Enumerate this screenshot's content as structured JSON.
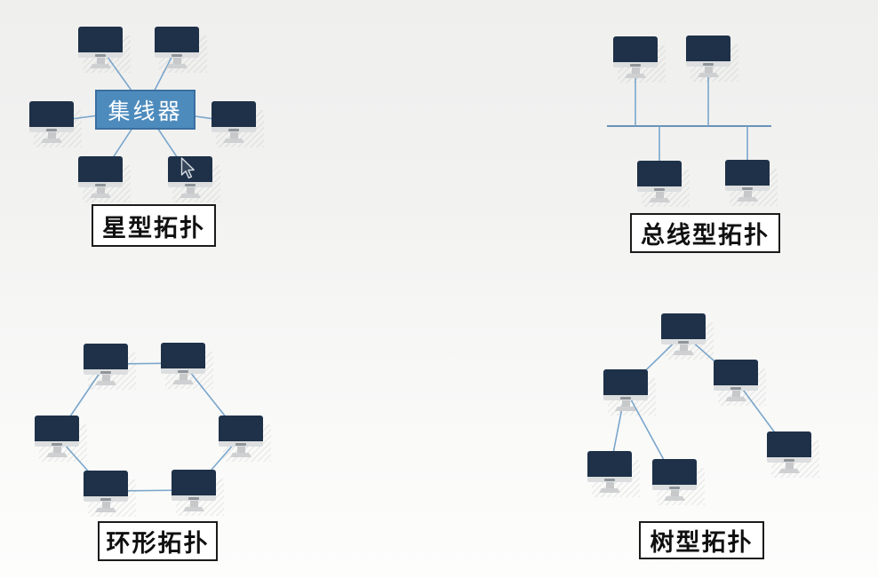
{
  "diagrams": {
    "star": {
      "label": "星型拓扑",
      "hub_label": "集线器",
      "node_count": 6,
      "nodes": [
        "pc-top-left",
        "pc-top-right",
        "pc-left",
        "pc-right",
        "pc-bottom-left",
        "pc-bottom-right"
      ],
      "edges": [
        "hub-pc-top-left",
        "hub-pc-top-right",
        "hub-pc-left",
        "hub-pc-right",
        "hub-pc-bottom-left",
        "hub-pc-bottom-right"
      ]
    },
    "bus": {
      "label": "总线型拓扑",
      "node_count": 4,
      "nodes": [
        "pc-top-1",
        "pc-top-2",
        "pc-bottom-1",
        "pc-bottom-2"
      ],
      "edges": [
        "trunk-pc-top-1",
        "trunk-pc-top-2",
        "trunk-pc-bottom-1",
        "trunk-pc-bottom-2"
      ]
    },
    "ring": {
      "label": "环形拓扑",
      "node_count": 6,
      "nodes": [
        "pc-top-left",
        "pc-top-right",
        "pc-left",
        "pc-right",
        "pc-bottom-left",
        "pc-bottom-right"
      ],
      "edges": [
        "top-left–top-right",
        "top-right–right",
        "right–bottom-right",
        "bottom-right–bottom-left",
        "bottom-left–left",
        "left–top-left"
      ]
    },
    "tree": {
      "label": "树型拓扑",
      "node_count": 6,
      "nodes": [
        "root",
        "mid-left",
        "mid-right",
        "leaf-left-1",
        "leaf-left-2",
        "leaf-right"
      ],
      "edges": [
        "root–mid-left",
        "root–mid-right",
        "mid-left–leaf-left-1",
        "mid-left–leaf-left-2",
        "mid-right–leaf-right"
      ]
    }
  },
  "cursor": {
    "type": "arrow-pointer",
    "over": "star pc-bottom-right"
  },
  "icons": {
    "computer": "desktop-monitor-icon",
    "pointer": "mouse-cursor-icon"
  },
  "colors": {
    "background_top": "#efefee",
    "background_bottom": "#fdfdfc",
    "monitor_screen": "#1e3148",
    "monitor_chin": "#dcdedf",
    "monitor_stand": "#c6c8ca",
    "link_line": "#7aa6cc",
    "bus_trunk_line": "#6b93b8",
    "hub_fill": "#4d8bbd",
    "hub_border": "#3a6fa0",
    "hub_text": "#ffffff",
    "caption_bg": "#ffffff",
    "caption_border": "#1b1b1b",
    "caption_text": "#101010"
  }
}
